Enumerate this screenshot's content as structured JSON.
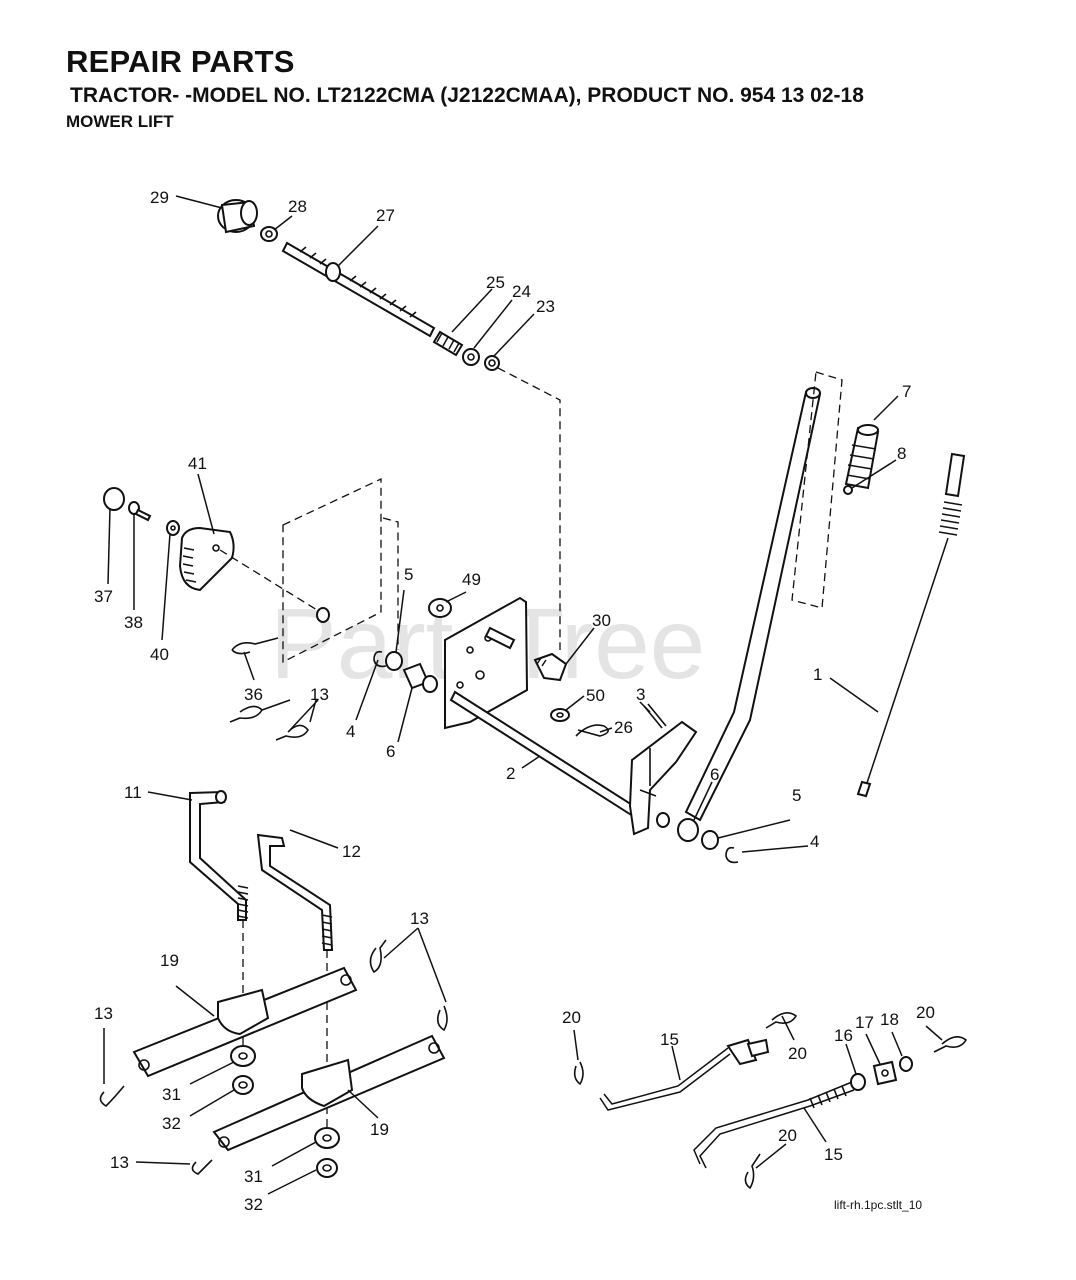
{
  "header": {
    "title": "REPAIR PARTS",
    "subtitle": "TRACTOR- -MODEL NO. LT2122CMA (J2122CMAA), PRODUCT NO. 954 13 02-18",
    "section": "MOWER LIFT"
  },
  "watermark": "PartsTree",
  "drawing_ref": "lift-rh.1pc.stlt_10",
  "labels": {
    "p1": "1",
    "p2": "2",
    "p3": "3",
    "p4a": "4",
    "p4b": "4",
    "p5a": "5",
    "p5b": "5",
    "p6a": "6",
    "p6b": "6",
    "p7": "7",
    "p8": "8",
    "p11": "11",
    "p12": "12",
    "p13a": "13",
    "p13b": "13",
    "p13c": "13",
    "p13d": "13",
    "p15a": "15",
    "p15b": "15",
    "p16": "16",
    "p17": "17",
    "p18": "18",
    "p19a": "19",
    "p19b": "19",
    "p20a": "20",
    "p20b": "20",
    "p20c": "20",
    "p20d": "20",
    "p23": "23",
    "p24": "24",
    "p25": "25",
    "p26": "26",
    "p27": "27",
    "p28": "28",
    "p29": "29",
    "p30": "30",
    "p31a": "31",
    "p31b": "31",
    "p32a": "32",
    "p32b": "32",
    "p36": "36",
    "p37": "37",
    "p38": "38",
    "p40": "40",
    "p41": "41",
    "p49": "49",
    "p50": "50"
  }
}
